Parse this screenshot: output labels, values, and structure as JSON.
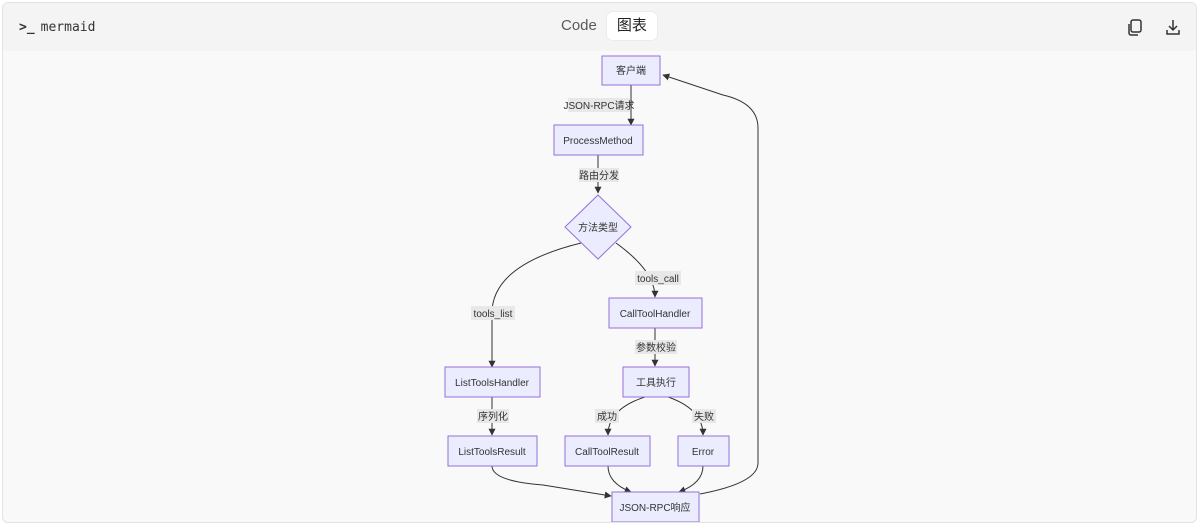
{
  "header": {
    "language_label": "mermaid",
    "tabs": [
      {
        "label": "Code",
        "active": false
      },
      {
        "label": "图表",
        "active": true
      }
    ],
    "actions": [
      {
        "icon": "copy-icon"
      },
      {
        "icon": "download-icon"
      }
    ]
  },
  "diagram": {
    "type": "flowchart",
    "node_fill": "#ececff",
    "node_stroke": "#9370db",
    "edge_color": "#333333",
    "label_bg": "#e8e8e8",
    "nodes": {
      "client": "客户端",
      "process": "ProcessMethod",
      "decision": "方法类型",
      "list_handler": "ListToolsHandler",
      "call_handler": "CallToolHandler",
      "exec": "工具执行",
      "list_result": "ListToolsResult",
      "call_result": "CallToolResult",
      "error": "Error",
      "response": "JSON-RPC响应"
    },
    "edge_labels": {
      "client_process": "JSON-RPC请求",
      "process_decision": "路由分发",
      "decision_call": "tools_call",
      "decision_list": "tools_list",
      "call_exec": "参数校验",
      "list_result": "序列化",
      "exec_success": "成功",
      "exec_fail": "失败"
    }
  }
}
